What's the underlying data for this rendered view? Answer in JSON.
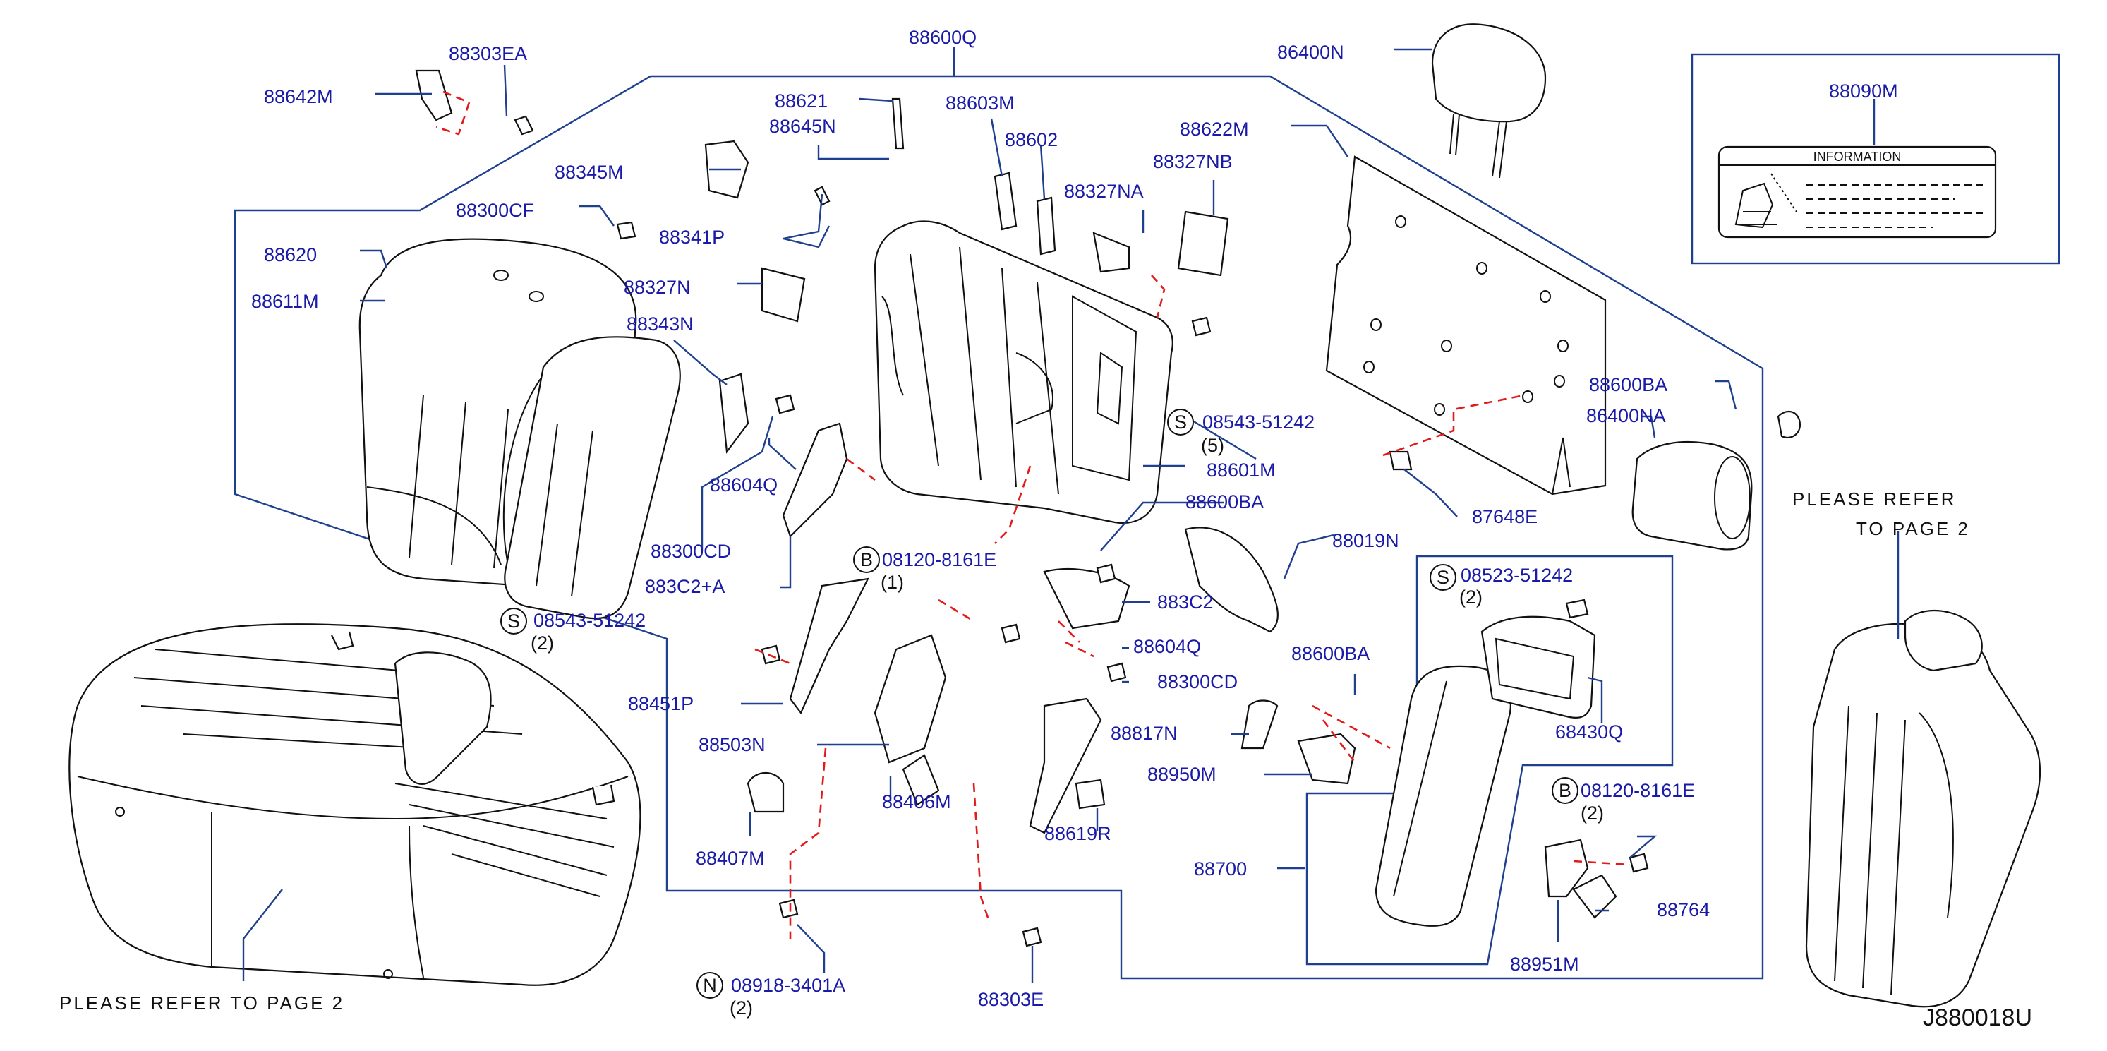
{
  "diagram_id": "J880018U",
  "labels": {
    "l_88303EA": "88303EA",
    "l_88642M": "88642M",
    "l_88600Q": "88600Q",
    "l_86400N": "86400N",
    "l_88090M": "88090M",
    "l_88621": "88621",
    "l_88645N": "88645N",
    "l_88603M": "88603M",
    "l_88602": "88602",
    "l_88622M": "88622M",
    "l_88327NB": "88327NB",
    "l_88345M": "88345M",
    "l_88327NA": "88327NA",
    "l_88300CF": "88300CF",
    "l_88341P": "88341P",
    "l_88620": "88620",
    "l_88611M": "88611M",
    "l_88327N": "88327N",
    "l_88343N": "88343N",
    "l_08543_51242_top": "08543-51242",
    "l_88600BA_a": "88600BA",
    "l_86400NA": "86400NA",
    "l_88604Q_a": "88604Q",
    "l_88601M": "88601M",
    "l_88600BA_b": "88600BA",
    "l_87648E": "87648E",
    "l_88300CD_a": "88300CD",
    "l_08120_8161E_a": "08120-8161E",
    "l_88019N": "88019N",
    "l_883C2A": "883C2+A",
    "l_883C2": "883C2",
    "l_08543_51242_b": "08543-51242",
    "l_08523_51242": "08523-51242",
    "l_88604Q_b": "88604Q",
    "l_88300CD_b": "88300CD",
    "l_88600BA_c": "88600BA",
    "l_88451P": "88451P",
    "l_88503N": "88503N",
    "l_88817N": "88817N",
    "l_68430Q": "68430Q",
    "l_88950M": "88950M",
    "l_88406M": "88406M",
    "l_08120_8161E_b": "08120-8161E",
    "l_88407M": "88407M",
    "l_88619R": "88619R",
    "l_88700": "88700",
    "l_88764": "88764",
    "l_88951M": "88951M",
    "l_08918_3401A": "08918-3401A",
    "l_88303E": "88303E"
  },
  "quantities": {
    "q_s_top": "(5)",
    "q_b_a": "(1)",
    "q_s_b": "(2)",
    "q_s_c": "(2)",
    "q_b_b": "(2)",
    "q_n": "(2)"
  },
  "symbols": {
    "s1": "S",
    "s2": "S",
    "s3": "S",
    "b1": "B",
    "b2": "B",
    "n1": "N"
  },
  "info_label": {
    "heading": "INFORMATION"
  },
  "notes": {
    "refer_right_1": "PLEASE   REFER",
    "refer_right_2": "TO   PAGE   2",
    "refer_left": "PLEASE   REFER   TO   PAGE   2"
  },
  "colors": {
    "label_blue": "#1a1aa8",
    "leader_blue": "#1f3f8f",
    "dash_red": "#e21a1a",
    "line_black": "#111111"
  }
}
